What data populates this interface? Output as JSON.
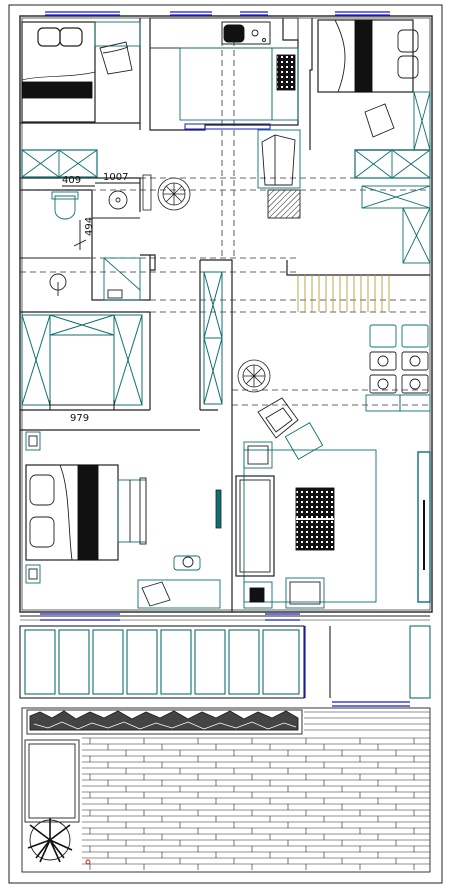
{
  "dimensions": {
    "d409": "409",
    "d1007": "1007",
    "d494": "494",
    "d979": "979"
  },
  "colors": {
    "wall": "#222222",
    "furniture": "#0f6f6f",
    "window": "#1a1ad6",
    "dash": "#333333",
    "deck": "#222222",
    "stair": "#b59b3a",
    "paper": "#ffffff"
  }
}
